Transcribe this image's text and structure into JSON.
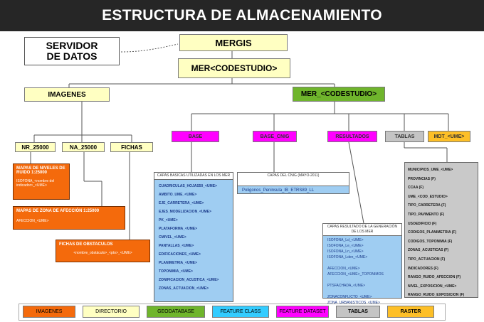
{
  "title": "ESTRUCTURA DE ALMACENAMIENTO",
  "nodes": {
    "servidor": "SERVIDOR DE DATOS",
    "mergis": "MERGIS",
    "mer_codestudio": "MER<CODESTUDIO>",
    "imagenes": "IMAGENES",
    "mer_underscore": "MER_<CODESTUDIO>",
    "nr_25000": "NR_25000",
    "na_25000": "NA_25000",
    "fichas": "FICHAS",
    "base": "BASE",
    "base_cnig": "BASE_CNIG",
    "resultados": "RESULTADOS",
    "tablas": "TABLAS",
    "mdt": "MDT_<UME>"
  },
  "mapas_niveles": {
    "title": "MAPAS DE NIVELES DE RUIDO 1:25000",
    "line": "ISOFONA_<nombre del indicador>_<UME>"
  },
  "mapas_zona": {
    "title": "MAPAS DE ZONA DE AFECCIÓN 1:25000",
    "line": "AFECCION_<UME>"
  },
  "fichas_obstaculos": {
    "title": "FICHAS DE OBSTACULOS",
    "line": "<nombre_obstáculo>_<pto>_<UME>"
  },
  "capas_basicas": {
    "header": "CAPAS BASICAS UTILIZADAS EN LOS MER",
    "items": [
      "CUADRICULAS_HOJAS50_<UME>",
      "AMBITO_UME_<UME>",
      "EJE_CARRETERA_<UME>",
      "EJES_MODELIZACION_<UME>",
      "PK_<UME>",
      "PLATAFORMA_<UME>",
      "CMIVEL_<UME>",
      "PANTALLAS_<UME>",
      "EDIFICACIONES_<UME>",
      "PLANIMETRIA_<UME>",
      "TOPONIMIA_<UME>",
      "ZONIFICACION_ACUSTICA_<UME>",
      "ZONAS_ACTUACION_<UME>"
    ]
  },
  "capas_cnig": {
    "header": "CAPAS DEL CNIG (MAYO-2011)",
    "items": [
      "Poligonos_Peninsula_IB_ETRS89_LL"
    ]
  },
  "capas_resultado": {
    "header": "CAPAS RESULTADO DE LA GENERACIÓN DE LOS MER",
    "items": [
      "ISOFONA_Ld_<UME>",
      "ISOFONA_Le_<UME>",
      "ISOFONA_Ln_<UME>",
      "ISOFONA_Lden_<UME>",
      "",
      "AFECCION_<UME>",
      "AFECCION_<UME>_TOPONIMOS",
      "",
      "PTSFACHADA_<UME>",
      "",
      "ZONACONFLICTO_<UME>",
      "ZONA_URBANISTICOS_<UME>"
    ]
  },
  "tablas_list": {
    "items": [
      {
        "text": "MUNICIPIOS_UME_<UME>",
        "bold": true
      },
      {
        "text": "PROVINCIAS (F)",
        "bold": false
      },
      {
        "text": "CCAA (F)",
        "bold": false
      },
      {
        "text": "UME_<COD_ESTUDIO>",
        "bold": true
      },
      {
        "text": "TIPO_CARRETERA (F)",
        "bold": false
      },
      {
        "text": "TIPO_PAVIMENTO (F)",
        "bold": false
      },
      {
        "text": "USOEDIFICIO (F)",
        "bold": false
      },
      {
        "text": "CODIGOS_PLANIMETRIA (F)",
        "bold": false
      },
      {
        "text": "CODIGOS_TOPONIMIA (F)",
        "bold": false
      },
      {
        "text": "ZONAS_ACUSTICAS (F)",
        "bold": false
      },
      {
        "text": "TIPO_ACTUACION (F)",
        "bold": false
      },
      {
        "text": "INDICADORES (F)",
        "bold": false
      },
      {
        "text": "RANGO_RUIDO_AFECCION (F)",
        "bold": false
      },
      {
        "text": "NIVEL_EXPOSICION_<UME>",
        "bold": true
      },
      {
        "text": "RANGO_RUIDO_EXPOSICION (F)",
        "bold": false
      }
    ]
  },
  "legend": [
    {
      "label": "IMAGENES",
      "color": "#f46a0c"
    },
    {
      "label": "DIRECTORIO",
      "color": "#ffffc2"
    },
    {
      "label": "GEODATABASE",
      "color": "#6fb52c"
    },
    {
      "label": "FEATURE CLASS",
      "color": "#33ccff"
    },
    {
      "label": "FEATURE DATASET",
      "color": "#ff00ff"
    },
    {
      "label": "TABLAS",
      "color": "#c4c4c4"
    },
    {
      "label": "RASTER",
      "color": "#fdbf27"
    }
  ]
}
